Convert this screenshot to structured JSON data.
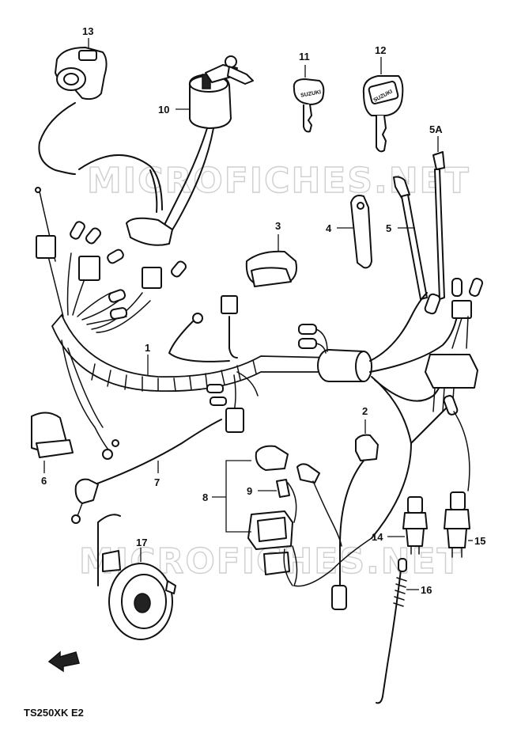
{
  "watermarks": [
    "MICROFICHES.NET",
    "MICROFICHES.NET"
  ],
  "model_code": "TS250XK E2",
  "key_brand": "SUZUKI",
  "callouts": {
    "p1": "1",
    "p2": "2",
    "p3": "3",
    "p4": "4",
    "p5": "5",
    "p5a": "5A",
    "p6": "6",
    "p7": "7",
    "p8": "8",
    "p9": "9",
    "p10": "10",
    "p11": "11",
    "p12": "12",
    "p13": "13",
    "p14": "14",
    "p15": "15",
    "p16": "16",
    "p17": "17"
  },
  "icons": {
    "front_arrow": "front-direction-arrow-icon"
  },
  "colors": {
    "ink": "#111111",
    "watermark": "#cfcfcf",
    "background": "#ffffff"
  }
}
